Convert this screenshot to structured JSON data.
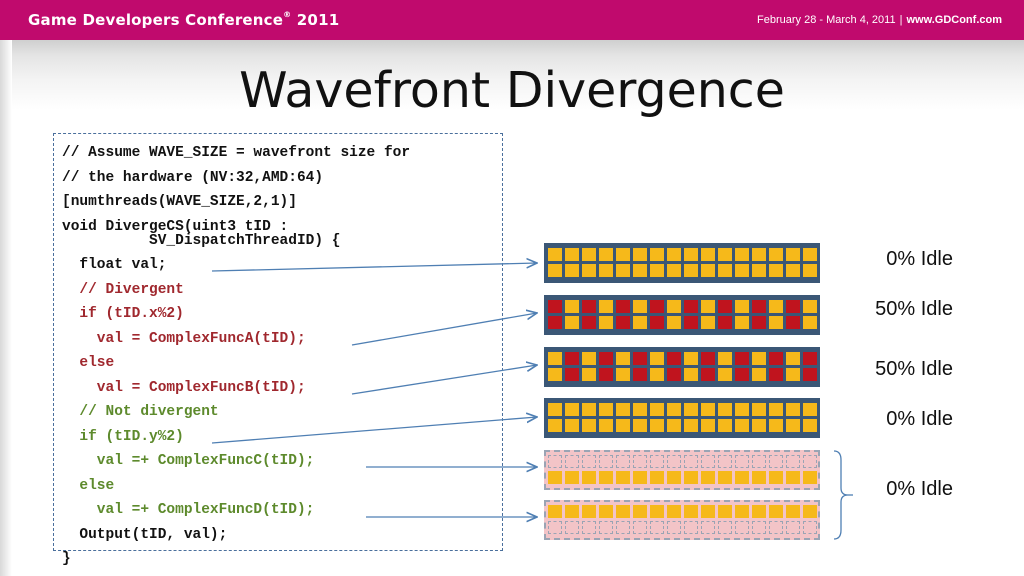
{
  "header": {
    "conference": "Game Developers Conference",
    "mark": "®",
    "year": "2011",
    "dates": "February 28 - March 4, 2011",
    "separator": "|",
    "url": "www.GDConf.com",
    "brand_color": "#c00a6d"
  },
  "slide": {
    "title": "Wavefront Divergence"
  },
  "code": {
    "lines": [
      {
        "text": "// Assume WAVE_SIZE = wavefront size for",
        "color": "black"
      },
      {
        "text": "// the hardware (NV:32,AMD:64)",
        "color": "black"
      },
      {
        "text": "[numthreads(WAVE_SIZE,2,1)]",
        "color": "black"
      },
      {
        "text": "void DivergeCS(uint3 tID :",
        "color": "black"
      },
      {
        "text": "          SV_DispatchThreadID) {",
        "color": "black"
      },
      {
        "text": "  float val;",
        "color": "black"
      },
      {
        "text": "  // Divergent",
        "color": "red"
      },
      {
        "text": "  if (tID.x%2)",
        "color": "red"
      },
      {
        "text": "    val = ComplexFuncA(tID);",
        "color": "red"
      },
      {
        "text": "  else",
        "color": "red"
      },
      {
        "text": "    val = ComplexFuncB(tID);",
        "color": "red"
      },
      {
        "text": "  // Not divergent",
        "color": "green"
      },
      {
        "text": "  if (tID.y%2)",
        "color": "green"
      },
      {
        "text": "    val =+ ComplexFuncC(tID);",
        "color": "green"
      },
      {
        "text": "  else",
        "color": "green"
      },
      {
        "text": "    val =+ ComplexFuncD(tID);",
        "color": "green"
      },
      {
        "text": "  Output(tID, val);",
        "color": "black"
      },
      {
        "text": "}",
        "color": "black"
      }
    ]
  },
  "wavefronts": [
    {
      "idle_label": "0% Idle",
      "pattern": "all-active"
    },
    {
      "idle_label": "50% Idle",
      "pattern": "odd-idle"
    },
    {
      "idle_label": "50% Idle",
      "pattern": "even-idle"
    },
    {
      "idle_label": "0% Idle",
      "pattern": "all-active"
    },
    {
      "idle_label": "",
      "pattern": "top-idle-row"
    },
    {
      "idle_label": "",
      "pattern": "bottom-idle-row"
    }
  ],
  "group_label": "0% Idle",
  "colors": {
    "active": "#f6b91a",
    "idle": "#c0141e",
    "masked": "#f3c4c7",
    "frame": "#3b5776",
    "arrow": "#4f7fb3",
    "code_red": "#a0282e",
    "code_green": "#5d8a2c"
  },
  "icons": {
    "arrow": "arrow-right-icon",
    "brace": "right-brace-icon"
  }
}
